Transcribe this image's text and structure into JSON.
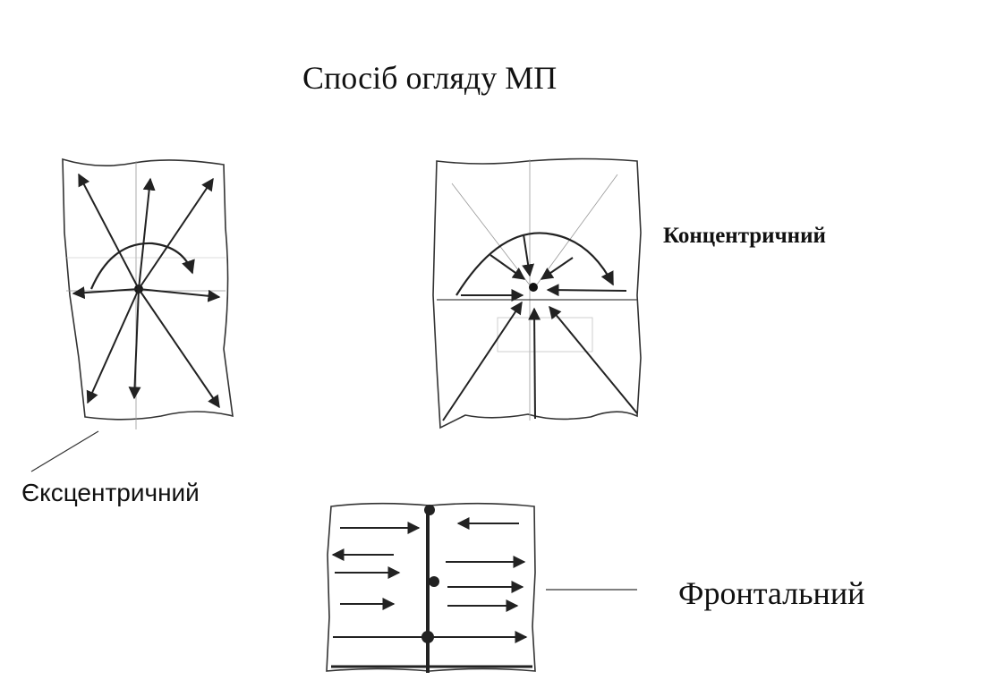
{
  "title": "Спосіб огляду МП",
  "methods": {
    "concentric": {
      "label": "Концентричний"
    },
    "eccentric": {
      "label": "Єксцентричний"
    },
    "frontal": {
      "label": "Фронтальний"
    }
  }
}
